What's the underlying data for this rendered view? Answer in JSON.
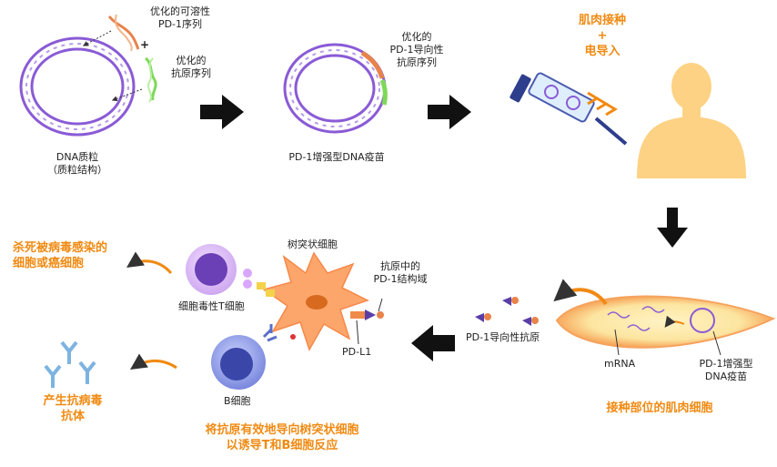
{
  "plasmid": {
    "label": "DNA质粒",
    "sublabel": "（质粒结构）"
  },
  "inserts": {
    "pd1_line1": "优化的可溶性",
    "pd1_line2": "PD-1序列",
    "plus": "+",
    "antigen_line1": "优化的",
    "antigen_line2": "抗原序列"
  },
  "recombinant": {
    "label_line1": "优化的",
    "label_line2": "PD-1导向性",
    "label_line3": "抗原序列",
    "vaccine_label": "PD-1增强型DNA疫苗"
  },
  "injection": {
    "line1": "肌肉接种",
    "line2": "+",
    "line3": "电导入"
  },
  "muscle": {
    "mrna_label": "mRNA",
    "vaccine_line1": "PD-1增强型",
    "vaccine_line2": "DNA疫苗",
    "caption": "接种部位的肌肉细胞",
    "antigen_label": "PD-1导向性抗原"
  },
  "immune": {
    "dc_label": "树突状细胞",
    "domain_line1": "抗原中的",
    "domain_line2": "PD-1结构域",
    "pdl1_label": "PD-L1",
    "tcell_label": "细胞毒性T细胞",
    "bcell_label": "B细胞",
    "kill_line1": "杀死被病毒感染的",
    "kill_line2": "细胞或癌细胞",
    "antibody_line1": "产生抗病毒",
    "antibody_line2": "抗体",
    "caption_line1": "将抗原有效地导向树突状细胞",
    "caption_line2": "以诱导T和B细胞反应"
  },
  "colors": {
    "accent": "#f08a12",
    "dna": "#8a5bd6",
    "pd1_insert": "#e8834a",
    "antigen_insert": "#7ed957",
    "person": "#fdd284",
    "dendritic_cell": "#fca66b",
    "t_cell": "#8a55cf",
    "b_cell": "#6f7fd8",
    "antibody": "#7db3e0"
  }
}
